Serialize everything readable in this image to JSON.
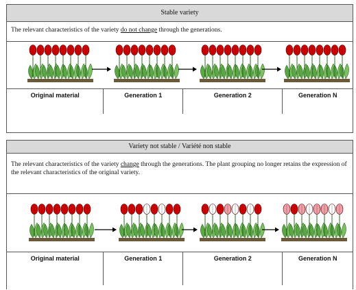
{
  "stable": {
    "title": "Stable variety",
    "desc_pre": "The relevant characteristics of the variety ",
    "desc_emph": "do not change",
    "desc_post": " through the generations.",
    "labels": [
      "Original material",
      "Generation 1",
      "Generation 2",
      "Generation N"
    ]
  },
  "unstable": {
    "title": "Variety not stable / Variété non stable",
    "desc_pre": "The relevant characteristics of the variety ",
    "desc_emph": "change",
    "desc_post": " through the generations.  The plant grouping no longer retains the expression of the relevant characteristics of the original variety.",
    "labels": [
      "Original material",
      "Generation 1",
      "Generation 2",
      "Generation N"
    ]
  },
  "colors": {
    "flower_red": "#d40000",
    "flower_pink": "#f2a0a8",
    "leaf": "#5aa844",
    "soil": "#6b5a3a"
  }
}
